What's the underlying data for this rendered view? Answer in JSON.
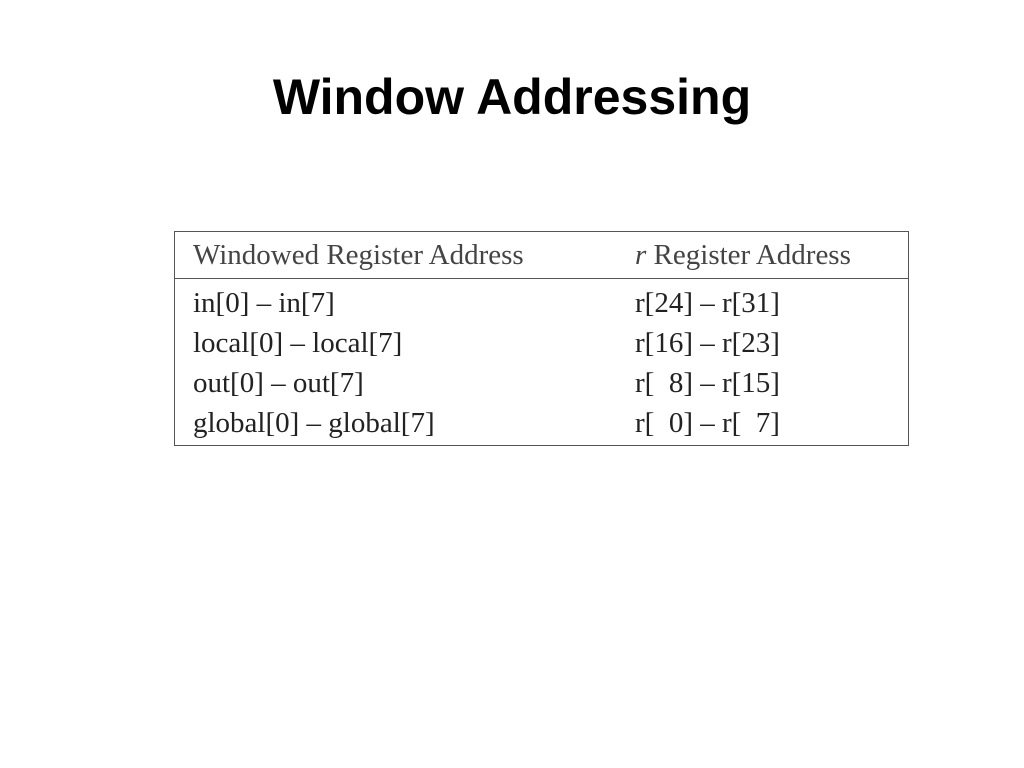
{
  "slide": {
    "title": "Window Addressing"
  },
  "table": {
    "headers": {
      "col1": "Windowed Register Address",
      "col2_italic": "r",
      "col2_rest": " Register Address"
    },
    "rows": [
      {
        "windowed": "in[0] – in[7]",
        "register": "r[24] – r[31]"
      },
      {
        "windowed": "local[0] – local[7]",
        "register": "r[16] – r[23]"
      },
      {
        "windowed": "out[0] – out[7]",
        "register": "r[  8] – r[15]"
      },
      {
        "windowed": "global[0] – global[7]",
        "register": "r[  0] – r[  7]"
      }
    ]
  }
}
